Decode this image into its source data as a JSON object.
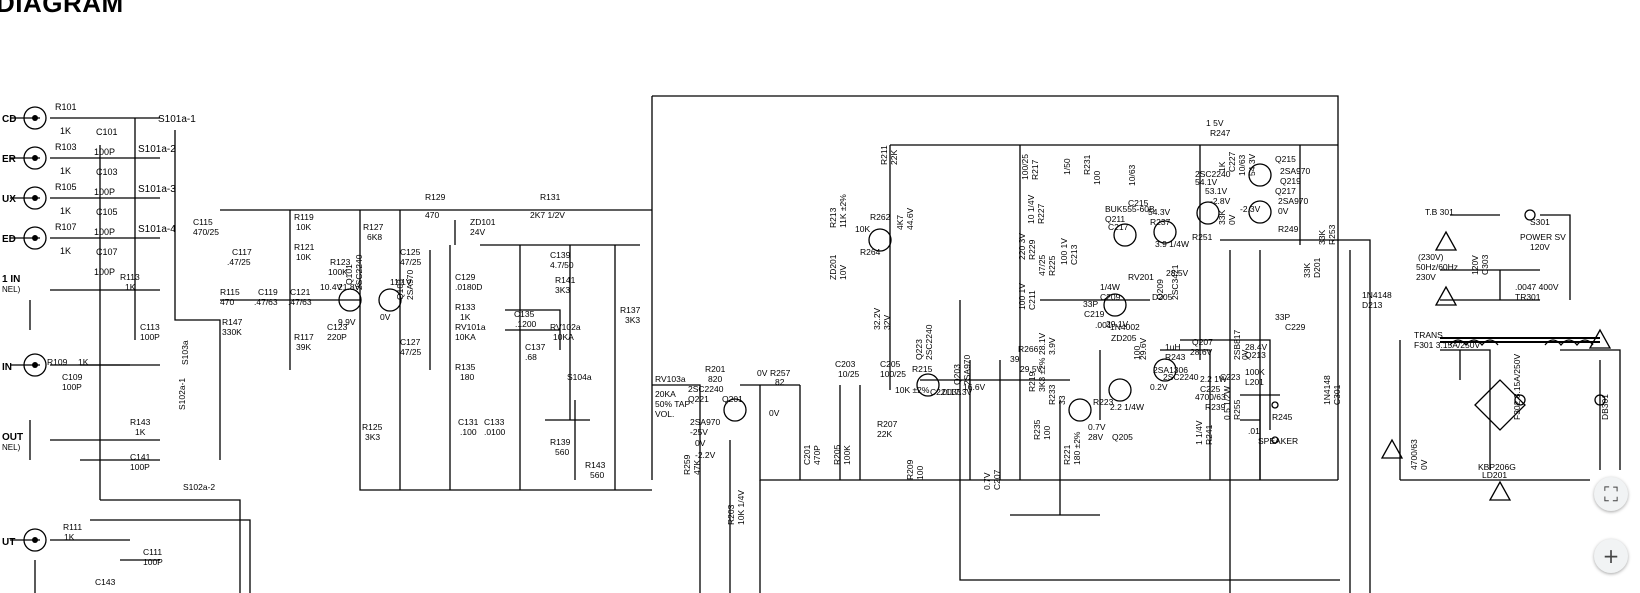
{
  "heading": "DIAGRAM",
  "inputs": [
    {
      "label": "CD"
    },
    {
      "label": "ER"
    },
    {
      "label": "UX"
    },
    {
      "label": "ED"
    },
    {
      "label": "1 IN",
      "sub": "NEL)"
    },
    {
      "label": "IN"
    },
    {
      "label": "OUT",
      "sub": "NEL)"
    },
    {
      "label": "UT"
    }
  ],
  "input_resistors": [
    {
      "ref": "R101",
      "val": "1K"
    },
    {
      "ref": "R103",
      "val": "1K"
    },
    {
      "ref": "R105",
      "val": "1K"
    },
    {
      "ref": "R107",
      "val": "1K"
    }
  ],
  "input_caps": [
    {
      "ref": "C101",
      "val": "100P"
    },
    {
      "ref": "C103",
      "val": "100P"
    },
    {
      "ref": "C105",
      "val": "100P"
    },
    {
      "ref": "C107",
      "val": "100P"
    }
  ],
  "selector_switches": [
    "S101a-1",
    "S101a-2",
    "S101a-3",
    "S101a-4"
  ],
  "labels": [
    {
      "text": "R113"
    },
    {
      "text": "1K"
    },
    {
      "text": "C113"
    },
    {
      "text": "100P"
    },
    {
      "text": "S103a"
    },
    {
      "text": "R109"
    },
    {
      "text": "1K"
    },
    {
      "text": "C109"
    },
    {
      "text": "100P"
    },
    {
      "text": "S102a-1"
    },
    {
      "text": "R143"
    },
    {
      "text": "1K"
    },
    {
      "text": "C141"
    },
    {
      "text": "100P"
    },
    {
      "text": "S102a-2"
    },
    {
      "text": "R111"
    },
    {
      "text": "1K"
    },
    {
      "text": "C111"
    },
    {
      "text": "100P"
    },
    {
      "text": "C143"
    },
    {
      "text": "C115"
    },
    {
      "text": "470/25"
    },
    {
      "text": "C117"
    },
    {
      "text": ".47/25"
    },
    {
      "text": "R115"
    },
    {
      "text": "470"
    },
    {
      "text": "R147"
    },
    {
      "text": "330K"
    },
    {
      "text": "C119"
    },
    {
      "text": ".47/63"
    },
    {
      "text": "C121"
    },
    {
      "text": ".47/63"
    },
    {
      "text": "R119"
    },
    {
      "text": "10K"
    },
    {
      "text": "R121"
    },
    {
      "text": "10K"
    },
    {
      "text": "R123"
    },
    {
      "text": "100K"
    },
    {
      "text": "R117"
    },
    {
      "text": "39K"
    },
    {
      "text": "C123"
    },
    {
      "text": "220P"
    },
    {
      "text": "10.4V"
    },
    {
      "text": "21.8V"
    },
    {
      "text": "Q101"
    },
    {
      "text": "2SC2240"
    },
    {
      "text": "9.9V"
    },
    {
      "text": "11.1V"
    },
    {
      "text": "Q103"
    },
    {
      "text": "2SA970"
    },
    {
      "text": "0V"
    },
    {
      "text": "R127"
    },
    {
      "text": "6K8"
    },
    {
      "text": "C125"
    },
    {
      "text": "47/25"
    },
    {
      "text": "C127"
    },
    {
      "text": "47/25"
    },
    {
      "text": "R125"
    },
    {
      "text": "3K3"
    },
    {
      "text": "R129"
    },
    {
      "text": "470"
    },
    {
      "text": "ZD101"
    },
    {
      "text": "24V"
    },
    {
      "text": "R131"
    },
    {
      "text": "2K7 1/2V"
    },
    {
      "text": "C129"
    },
    {
      "text": ".0180D"
    },
    {
      "text": "R133"
    },
    {
      "text": "1K"
    },
    {
      "text": "RV101a"
    },
    {
      "text": "10KA"
    },
    {
      "text": "R135"
    },
    {
      "text": "180"
    },
    {
      "text": "C131"
    },
    {
      "text": ".100"
    },
    {
      "text": "C133"
    },
    {
      "text": ".0100"
    },
    {
      "text": "C139"
    },
    {
      "text": "4.7/50"
    },
    {
      "text": "R141"
    },
    {
      "text": "3K3"
    },
    {
      "text": "C135"
    },
    {
      "text": ".1200"
    },
    {
      "text": "C137"
    },
    {
      "text": ".68"
    },
    {
      "text": "RV102a"
    },
    {
      "text": "10KA"
    },
    {
      "text": "R137"
    },
    {
      "text": "3K3"
    },
    {
      "text": "S104a"
    },
    {
      "text": "R139"
    },
    {
      "text": "560"
    },
    {
      "text": "R143"
    },
    {
      "text": "560"
    },
    {
      "text": "RV103a"
    },
    {
      "text": "20KA"
    },
    {
      "text": "50% TAP"
    },
    {
      "text": "VOL."
    },
    {
      "text": "R201"
    },
    {
      "text": "820"
    },
    {
      "text": "0V"
    },
    {
      "text": "Q201"
    },
    {
      "text": "2SC2240"
    },
    {
      "text": "Q221"
    },
    {
      "text": "2SA970"
    },
    {
      "text": "-25V"
    },
    {
      "text": "0V"
    },
    {
      "text": "-2.2V"
    },
    {
      "text": "R259"
    },
    {
      "text": "47K"
    },
    {
      "text": "R203"
    },
    {
      "text": "10K 1/4V"
    },
    {
      "text": "R257"
    },
    {
      "text": "82"
    },
    {
      "text": "0V"
    },
    {
      "text": "C201"
    },
    {
      "text": "470P"
    },
    {
      "text": "R205"
    },
    {
      "text": "100K"
    },
    {
      "text": "C203"
    },
    {
      "text": "10/25"
    },
    {
      "text": "C205"
    },
    {
      "text": "100/25"
    },
    {
      "text": "R207"
    },
    {
      "text": "22K"
    },
    {
      "text": "R209"
    },
    {
      "text": "100"
    },
    {
      "text": "R211"
    },
    {
      "text": "22K"
    },
    {
      "text": "R213"
    },
    {
      "text": "11K ±2%"
    },
    {
      "text": "ZD201"
    },
    {
      "text": "10V"
    },
    {
      "text": "R262"
    },
    {
      "text": "10K"
    },
    {
      "text": "R264"
    },
    {
      "text": "4K7"
    },
    {
      "text": "44.6V"
    },
    {
      "text": "32.2V"
    },
    {
      "text": "32V"
    },
    {
      "text": "Q223"
    },
    {
      "text": "2SC2240"
    },
    {
      "text": "R215"
    },
    {
      "text": "10K ±2%"
    },
    {
      "text": "C221"
    },
    {
      "text": ".0033"
    },
    {
      "text": "17.3V"
    },
    {
      "text": "16.6V"
    },
    {
      "text": "Q203"
    },
    {
      "text": "2SA970"
    },
    {
      "text": "0.7V"
    },
    {
      "text": "C207"
    },
    {
      "text": "100/25"
    },
    {
      "text": "R217"
    },
    {
      "text": "10 1/4V"
    },
    {
      "text": "R227"
    },
    {
      "text": "220 3V"
    },
    {
      "text": "R229"
    },
    {
      "text": "100 1V"
    },
    {
      "text": "C211"
    },
    {
      "text": "47/25"
    },
    {
      "text": "R225"
    },
    {
      "text": "100 1V"
    },
    {
      "text": "C213"
    },
    {
      "text": "1/50"
    },
    {
      "text": "R231"
    },
    {
      "text": "100"
    },
    {
      "text": "C217"
    },
    {
      "text": "C215"
    },
    {
      "text": "10/63"
    },
    {
      "text": "BUK555-60B"
    },
    {
      "text": "Q211"
    },
    {
      "text": "54.3V"
    },
    {
      "text": "R237"
    },
    {
      "text": "3.9 1/4W"
    },
    {
      "text": "R266"
    },
    {
      "text": "39"
    },
    {
      "text": "29.5V"
    },
    {
      "text": "R219"
    },
    {
      "text": "3K3 ±2%"
    },
    {
      "text": "1/4W"
    },
    {
      "text": "C209"
    },
    {
      "text": "33P"
    },
    {
      "text": "C219"
    },
    {
      "text": ".001"
    },
    {
      "text": "29.1V"
    },
    {
      "text": "RV201"
    },
    {
      "text": "100"
    },
    {
      "text": "29.6V"
    },
    {
      "text": "Q209"
    },
    {
      "text": "2SC3421"
    },
    {
      "text": "28.5V"
    },
    {
      "text": "D205"
    },
    {
      "text": "1N4002"
    },
    {
      "text": "ZD205"
    },
    {
      "text": "3.9V"
    },
    {
      "text": "28.1V"
    },
    {
      "text": "R233"
    },
    {
      "text": "33"
    },
    {
      "text": "R235"
    },
    {
      "text": "100"
    },
    {
      "text": "R221"
    },
    {
      "text": "180 ±2%"
    },
    {
      "text": "R223"
    },
    {
      "text": "2.2 1/4W"
    },
    {
      "text": "0.7V"
    },
    {
      "text": "28V"
    },
    {
      "text": "Q205"
    },
    {
      "text": "2SC2240"
    },
    {
      "text": "0.2V"
    },
    {
      "text": "28.6V"
    },
    {
      "text": "Q207"
    },
    {
      "text": "2SA1306"
    },
    {
      "text": "28.4V"
    },
    {
      "text": "Q213"
    },
    {
      "text": "2SB817"
    },
    {
      "text": "0V"
    },
    {
      "text": "C223"
    },
    {
      "text": "4700/63"
    },
    {
      "text": "R239"
    },
    {
      "text": "1 1/4V"
    },
    {
      "text": "R241"
    },
    {
      "text": "0.5 1/2W"
    },
    {
      "text": "R255"
    },
    {
      "text": "100K"
    },
    {
      "text": "L201"
    },
    {
      "text": "1uH"
    },
    {
      "text": "R243"
    },
    {
      "text": "2.2 1W"
    },
    {
      "text": "C225"
    },
    {
      "text": "33P"
    },
    {
      "text": "C229"
    },
    {
      "text": ".01"
    },
    {
      "text": "SPEAKER"
    },
    {
      "text": "R245"
    },
    {
      "text": "1 5V"
    },
    {
      "text": "R247"
    },
    {
      "text": "1K"
    },
    {
      "text": "C227"
    },
    {
      "text": "10/63"
    },
    {
      "text": "54.3V"
    },
    {
      "text": "Q215"
    },
    {
      "text": "2SA970"
    },
    {
      "text": "Q219"
    },
    {
      "text": "2SC2240"
    },
    {
      "text": "54.1V"
    },
    {
      "text": "53.1V"
    },
    {
      "text": "-2.8V"
    },
    {
      "text": "Q217"
    },
    {
      "text": "2SA970"
    },
    {
      "text": "0V"
    },
    {
      "text": "-2.3V"
    },
    {
      "text": "R249"
    },
    {
      "text": "33K"
    },
    {
      "text": "0V"
    },
    {
      "text": "R251"
    },
    {
      "text": "33K"
    },
    {
      "text": "R253"
    },
    {
      "text": "33K"
    },
    {
      "text": "D201"
    },
    {
      "text": "1N4148"
    },
    {
      "text": "D213"
    },
    {
      "text": "1N4148"
    },
    {
      "text": "C301"
    },
    {
      "text": "4700/63"
    },
    {
      "text": "0V"
    },
    {
      "text": "T.B 301"
    },
    {
      "text": "S301"
    },
    {
      "text": "POWER SV"
    },
    {
      "text": "120V"
    },
    {
      "text": "(230V)"
    },
    {
      "text": "50Hz/60Hz"
    },
    {
      "text": "230V"
    },
    {
      "text": "120V"
    },
    {
      "text": "C303"
    },
    {
      "text": ".0047 400V"
    },
    {
      "text": "TR301"
    },
    {
      "text": "TRANS"
    },
    {
      "text": "F301 3.15A/250V"
    },
    {
      "text": "F302 3.15A/250V"
    },
    {
      "text": "DB301"
    },
    {
      "text": "KBP206G"
    },
    {
      "text": "LD201"
    }
  ],
  "controls": {
    "fit_icon": "⛶",
    "zoom_in": "+"
  }
}
